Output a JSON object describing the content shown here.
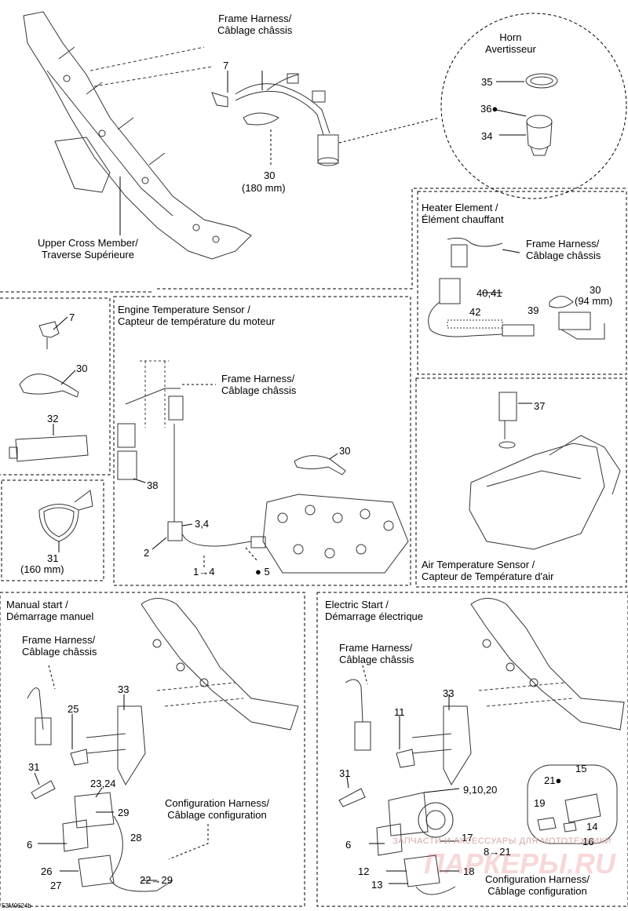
{
  "labels": {
    "frame_harness_top": "Frame Harness/\nCâblage châssis",
    "horn": "Horn\nAvertisseur",
    "upper_cross_member": "Upper Cross Member/\nTraverse Supérieure",
    "tie_180": "(180 mm)",
    "heater_element": "Heater Element /\nÉlément chauffant",
    "frame_harness_heater": "Frame Harness/\nCâblage châssis",
    "tie_94": "(94 mm)",
    "engine_temp_sensor": "Engine Temperature Sensor /\nCapteur de température du moteur",
    "frame_harness_engine": "Frame Harness/\nCâblage châssis",
    "clamp_160": "(160 mm)",
    "air_temp_sensor": "Air Temperature Sensor /\nCapteur de Température d'air",
    "manual_start": "Manual start /\nDémarrage manuel",
    "frame_harness_manual": "Frame Harness/\nCâblage châssis",
    "config_harness_manual": "Configuration Harness/\nCâblage configuration",
    "electric_start": "Electric Start /\nDémarrage électrique",
    "frame_harness_electric": "Frame Harness/\nCâblage châssis",
    "config_harness_electric": "Configuration Harness/\nCâblage configuration",
    "ref_code": "53M0624b",
    "watermark_small": "ЗАПЧАСТИ И АКСЕССУАРЫ ДЛЯ МОТОТЕХНИКИ",
    "watermark_big": "ПАРКЕРЫ.RU"
  },
  "callouts": {
    "c7_top": "7",
    "c30_top": "30",
    "c35": "35",
    "c36": "36",
    "c34": "34",
    "c40_41": "40,41",
    "c30_heater": "30",
    "c42": "42",
    "c39": "39",
    "c7_left": "7",
    "c30_left": "30",
    "c32": "32",
    "c31_left": "31",
    "c38": "38",
    "c3_4": "3,4",
    "c2": "2",
    "c1_4": "1→4",
    "c5": "5",
    "c30_engine": "30",
    "c37": "37",
    "c33_m": "33",
    "c25": "25",
    "c31_m": "31",
    "c23_24": "23,24",
    "c29": "29",
    "c28": "28",
    "c6_m": "6",
    "c26": "26",
    "c27": "27",
    "c22_29": "22→29",
    "c33_e": "33",
    "c11": "11",
    "c31_e": "31",
    "c9_10_20": "9,10,20",
    "c21": "21",
    "c15": "15",
    "c19": "19",
    "c14": "14",
    "c16": "16",
    "c17": "17",
    "c8_21": "8→21",
    "c6_e": "6",
    "c18": "18",
    "c12": "12",
    "c13": "13"
  }
}
